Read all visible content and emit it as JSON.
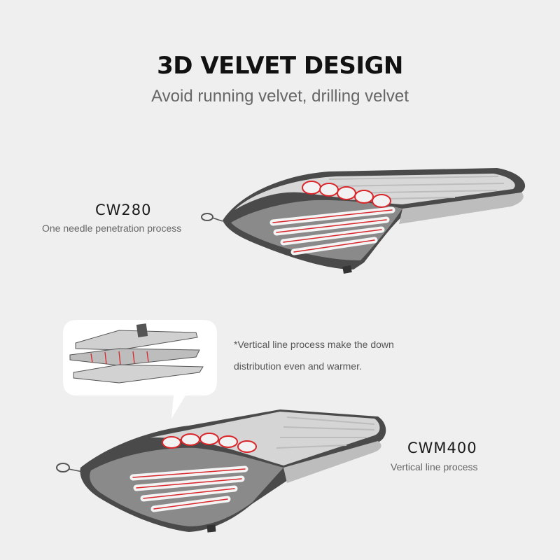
{
  "header": {
    "title": "3D VELVET DESIGN",
    "subtitle": "Avoid running velvet, drilling velvet"
  },
  "products": [
    {
      "model": "CW280",
      "process": "One needle penetration process"
    },
    {
      "model": "CWM400",
      "process": "Vertical line process"
    }
  ],
  "note": {
    "line1": "*Vertical line process make the down",
    "line2": "distribution even and warmer."
  },
  "colors": {
    "background": "#efefef",
    "accent_red": "#d8262a",
    "shell_gray": "#c9c9c9",
    "edge_dark": "#4a4a4a"
  }
}
